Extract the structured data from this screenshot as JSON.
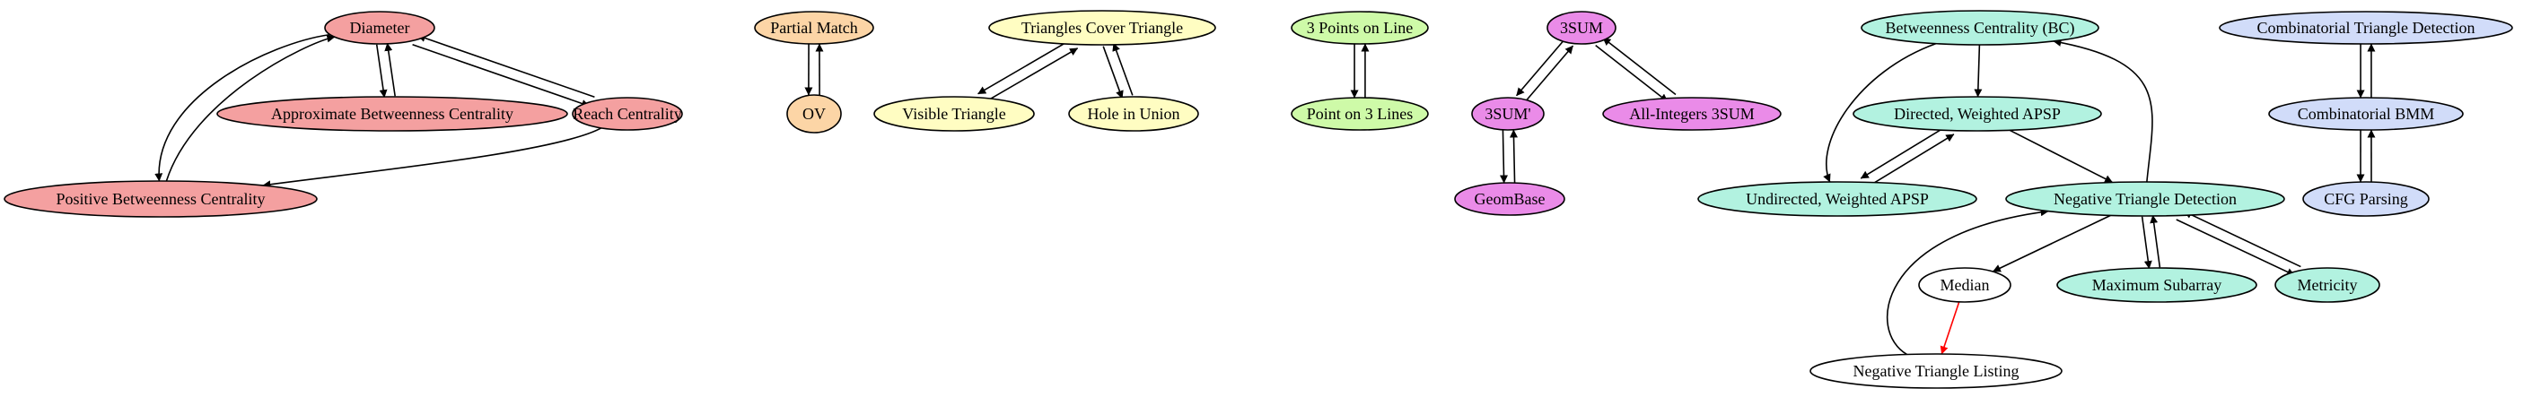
{
  "colors": {
    "red": "#f4a0a0",
    "orange": "#fcd5a6",
    "yellow": "#fffdc2",
    "green": "#cefaa8",
    "magenta": "#ea8be8",
    "teal": "#b2f2e0",
    "blue": "#d1dcf9",
    "white": "#ffffff",
    "edge": "#000000",
    "highlight_edge": "#ff0000"
  },
  "nodes": [
    {
      "id": "diameter",
      "label": "Diameter",
      "color": "red"
    },
    {
      "id": "approx_bc",
      "label": "Approximate Betweenness Centrality",
      "color": "red"
    },
    {
      "id": "reach",
      "label": "Reach Centrality",
      "color": "red"
    },
    {
      "id": "pos_bc",
      "label": "Positive Betweenness Centrality",
      "color": "red"
    },
    {
      "id": "partial_match",
      "label": "Partial Match",
      "color": "orange"
    },
    {
      "id": "ov",
      "label": "OV",
      "color": "orange"
    },
    {
      "id": "tri_cover",
      "label": "Triangles Cover Triangle",
      "color": "yellow"
    },
    {
      "id": "visible_tri",
      "label": "Visible Triangle",
      "color": "yellow"
    },
    {
      "id": "hole_union",
      "label": "Hole in Union",
      "color": "yellow"
    },
    {
      "id": "pts_line",
      "label": "3 Points on Line",
      "color": "green"
    },
    {
      "id": "pt_lines",
      "label": "Point on 3 Lines",
      "color": "green"
    },
    {
      "id": "sum3",
      "label": "3SUM",
      "color": "magenta"
    },
    {
      "id": "sum3p",
      "label": "3SUM'",
      "color": "magenta"
    },
    {
      "id": "allint",
      "label": "All-Integers 3SUM",
      "color": "magenta"
    },
    {
      "id": "geombase",
      "label": "GeomBase",
      "color": "magenta"
    },
    {
      "id": "bc",
      "label": "Betweenness Centrality (BC)",
      "color": "teal"
    },
    {
      "id": "dir_apsp",
      "label": "Directed, Weighted APSP",
      "color": "teal"
    },
    {
      "id": "undir_apsp",
      "label": "Undirected, Weighted APSP",
      "color": "teal"
    },
    {
      "id": "neg_tri",
      "label": "Negative Triangle Detection",
      "color": "teal"
    },
    {
      "id": "median",
      "label": "Median",
      "color": "white"
    },
    {
      "id": "max_sub",
      "label": "Maximum Subarray",
      "color": "teal"
    },
    {
      "id": "metricity",
      "label": "Metricity",
      "color": "teal"
    },
    {
      "id": "neg_list",
      "label": "Negative Triangle Listing",
      "color": "white"
    },
    {
      "id": "comb_tri",
      "label": "Combinatorial Triangle Detection",
      "color": "blue"
    },
    {
      "id": "comb_bmm",
      "label": "Combinatorial BMM",
      "color": "blue"
    },
    {
      "id": "cfg",
      "label": "CFG Parsing",
      "color": "blue"
    }
  ],
  "edges": [
    {
      "from": "diameter",
      "to": "approx_bc"
    },
    {
      "from": "approx_bc",
      "to": "diameter"
    },
    {
      "from": "diameter",
      "to": "reach"
    },
    {
      "from": "reach",
      "to": "diameter"
    },
    {
      "from": "diameter",
      "to": "pos_bc"
    },
    {
      "from": "pos_bc",
      "to": "diameter"
    },
    {
      "from": "reach",
      "to": "pos_bc"
    },
    {
      "from": "partial_match",
      "to": "ov"
    },
    {
      "from": "ov",
      "to": "partial_match"
    },
    {
      "from": "tri_cover",
      "to": "visible_tri"
    },
    {
      "from": "visible_tri",
      "to": "tri_cover"
    },
    {
      "from": "tri_cover",
      "to": "hole_union"
    },
    {
      "from": "hole_union",
      "to": "tri_cover"
    },
    {
      "from": "pts_line",
      "to": "pt_lines"
    },
    {
      "from": "pt_lines",
      "to": "pts_line"
    },
    {
      "from": "sum3",
      "to": "sum3p"
    },
    {
      "from": "sum3p",
      "to": "sum3"
    },
    {
      "from": "sum3",
      "to": "allint"
    },
    {
      "from": "allint",
      "to": "sum3"
    },
    {
      "from": "sum3p",
      "to": "geombase"
    },
    {
      "from": "geombase",
      "to": "sum3p"
    },
    {
      "from": "bc",
      "to": "dir_apsp"
    },
    {
      "from": "bc",
      "to": "undir_apsp"
    },
    {
      "from": "dir_apsp",
      "to": "undir_apsp"
    },
    {
      "from": "undir_apsp",
      "to": "dir_apsp"
    },
    {
      "from": "dir_apsp",
      "to": "neg_tri"
    },
    {
      "from": "neg_tri",
      "to": "bc"
    },
    {
      "from": "neg_tri",
      "to": "median"
    },
    {
      "from": "neg_tri",
      "to": "max_sub"
    },
    {
      "from": "max_sub",
      "to": "neg_tri"
    },
    {
      "from": "neg_tri",
      "to": "metricity"
    },
    {
      "from": "metricity",
      "to": "neg_tri"
    },
    {
      "from": "median",
      "to": "neg_list",
      "highlight": true
    },
    {
      "from": "neg_list",
      "to": "neg_tri"
    },
    {
      "from": "comb_tri",
      "to": "comb_bmm"
    },
    {
      "from": "comb_bmm",
      "to": "comb_tri"
    },
    {
      "from": "comb_bmm",
      "to": "cfg"
    },
    {
      "from": "cfg",
      "to": "comb_bmm"
    }
  ]
}
